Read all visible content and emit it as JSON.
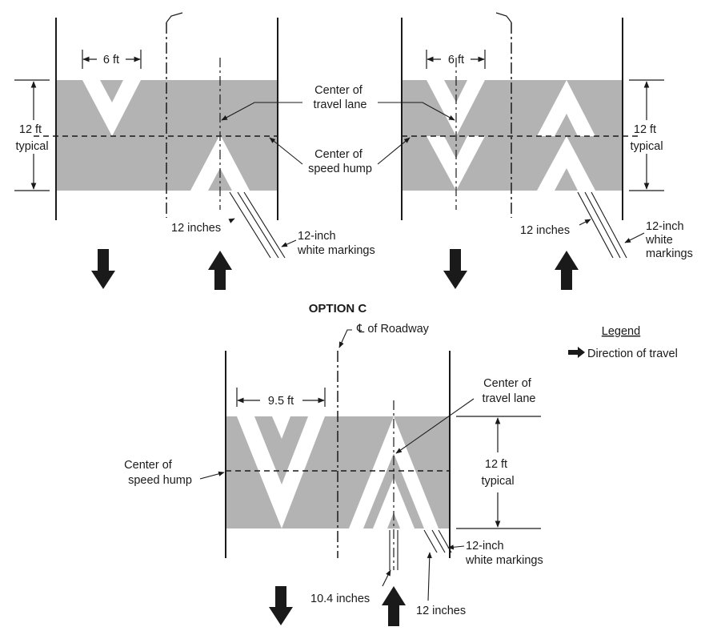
{
  "colors": {
    "pavement": "#b3b3b3",
    "marking": "#ffffff",
    "ink": "#1a1a1a"
  },
  "panel_a": {
    "width_label": "6 ft",
    "lane_width_label_line1": "12 ft",
    "lane_width_label_line2": "typical",
    "center_lane_line1": "Center of",
    "center_lane_line2": "travel lane",
    "center_hump_line1": "Center of",
    "center_hump_line2": "speed hump",
    "gap_label": "12 inches",
    "marking_line1": "12-inch",
    "marking_line2": "white markings"
  },
  "panel_b": {
    "width_label": "6 ft",
    "lane_width_label_line1": "12 ft",
    "lane_width_label_line2": "typical",
    "gap_label": "12 inches",
    "marking_line1": "12-inch",
    "marking_line2": "white",
    "marking_line3": "markings"
  },
  "panel_c": {
    "title": "OPTION C",
    "roadway_cl": "℄ of Roadway",
    "width_label": "9.5 ft",
    "center_lane_line1": "Center of",
    "center_lane_line2": "travel lane",
    "lane_width_label_line1": "12 ft",
    "lane_width_label_line2": "typical",
    "center_hump_line1": "Center of",
    "center_hump_line2": "speed hump",
    "marking_line1": "12-inch",
    "marking_line2": "white markings",
    "gap_label_small": "10.4 inches",
    "gap_label": "12 inches"
  },
  "legend": {
    "title": "Legend",
    "item_label": "Direction of travel",
    "item_icon": "arrow-right-icon"
  }
}
